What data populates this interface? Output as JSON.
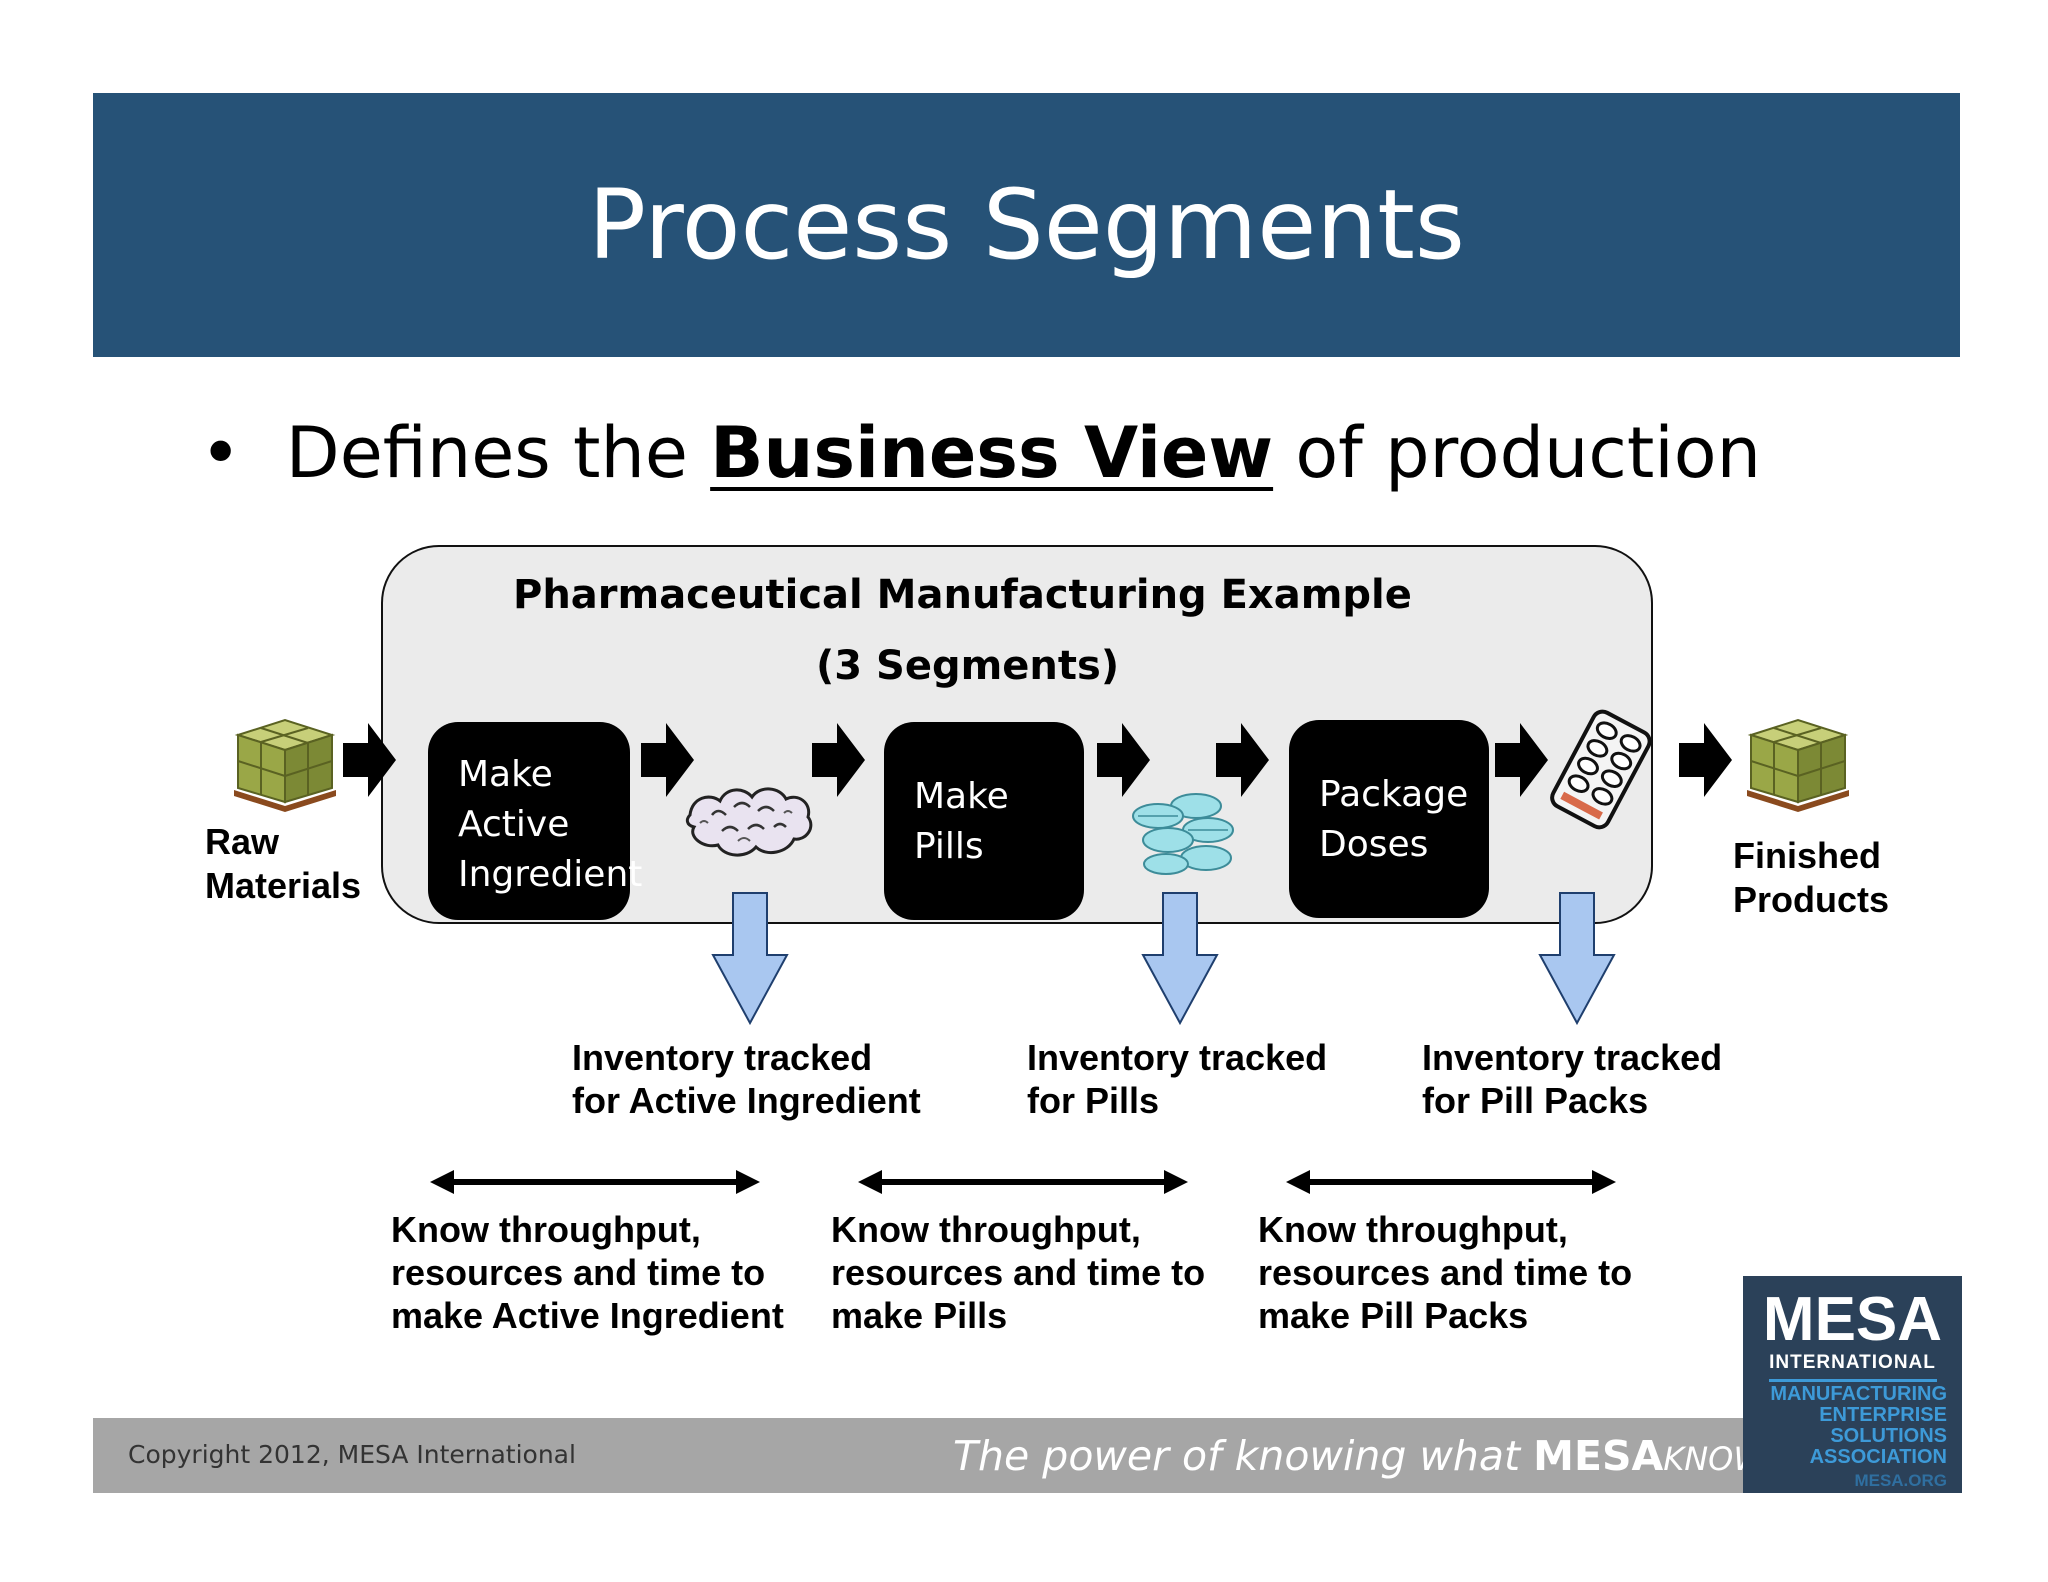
{
  "slide": {
    "title": "Process Segments",
    "bullet": {
      "prefix": "Defines the ",
      "emphasis": "Business View",
      "suffix": " of production"
    }
  },
  "diagram": {
    "heading_line1": "Pharmaceutical Manufacturing Example",
    "heading_line2": "(3 Segments)",
    "raw_materials": [
      "Raw",
      "Materials"
    ],
    "finished_products": [
      "Finished",
      "Products"
    ],
    "segments": [
      {
        "lines": [
          "Make",
          "Active",
          "Ingredient"
        ]
      },
      {
        "lines": [
          "Make",
          "Pills"
        ]
      },
      {
        "lines": [
          "Package",
          "Doses"
        ]
      }
    ],
    "inventory": [
      {
        "lines": [
          "Inventory tracked",
          "for Active Ingredient"
        ]
      },
      {
        "lines": [
          "Inventory tracked",
          "for Pills"
        ]
      },
      {
        "lines": [
          "Inventory tracked",
          "for Pill Packs"
        ]
      }
    ],
    "knowledge": [
      {
        "lines": [
          "Know throughput,",
          "resources and time to",
          "make Active Ingredient"
        ]
      },
      {
        "lines": [
          "Know throughput,",
          "resources and time to",
          "make Pills"
        ]
      },
      {
        "lines": [
          "Know throughput,",
          "resources and time to",
          "make Pill Packs"
        ]
      }
    ],
    "colors": {
      "title_bar": "#265277",
      "panel": "#ebebeb",
      "segment": "#000000",
      "down_arrow": "#a9c7f0",
      "pallet": "#9aa747",
      "pill": "#9ee0e8"
    }
  },
  "footer": {
    "copyright": "Copyright 2012, MESA International",
    "tagline_prefix": "The power of knowing what ",
    "tagline_brand": "MESA",
    "tagline_suffix": "KNOWS"
  },
  "logo": {
    "word": "MESA",
    "sub": "INTERNATIONAL",
    "lines": [
      "MANUFACTURING",
      "ENTERPRISE",
      "SOLUTIONS",
      "ASSOCIATION"
    ],
    "url": "MESA.ORG"
  }
}
